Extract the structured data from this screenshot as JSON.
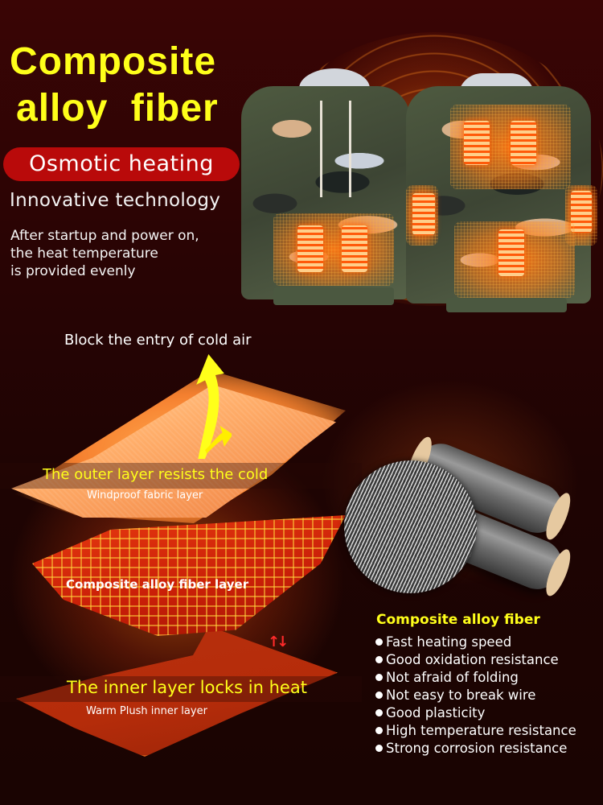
{
  "hero": {
    "title_line1": "Composite",
    "title_line2": "alloy  fiber",
    "badge": "Osmotic heating",
    "subtitle": "Innovative technology",
    "description_lines": [
      "After startup and power on,",
      "the heat temperature",
      "is provided evenly"
    ]
  },
  "product_images": {
    "front_hoodie": "camouflage-hoodie-front",
    "back_hoodie": "camouflage-hoodie-back"
  },
  "layers": {
    "headline": "Block the entry of cold air",
    "outer": {
      "title": "The outer layer resists the cold",
      "subtitle": "Windproof fabric layer"
    },
    "middle": {
      "title": "Composite alloy fiber layer"
    },
    "inner": {
      "title": "The inner layer locks in heat",
      "subtitle": "Warm Plush inner layer"
    },
    "heat_flow_icon": "↑↓"
  },
  "features": {
    "title": "Composite alloy fiber",
    "items": [
      "Fast heating speed",
      "Good oxidation resistance",
      "Not afraid of folding",
      "Not easy to break wire",
      "Good plasticity",
      "High temperature resistance",
      "Strong corrosion resistance"
    ]
  },
  "colors": {
    "background": "#2a0404",
    "headline_yellow": "#ffff1a",
    "badge_red": "#b90a0a",
    "heat_orange": "#ff7a1a",
    "text_white": "#ffffff"
  }
}
